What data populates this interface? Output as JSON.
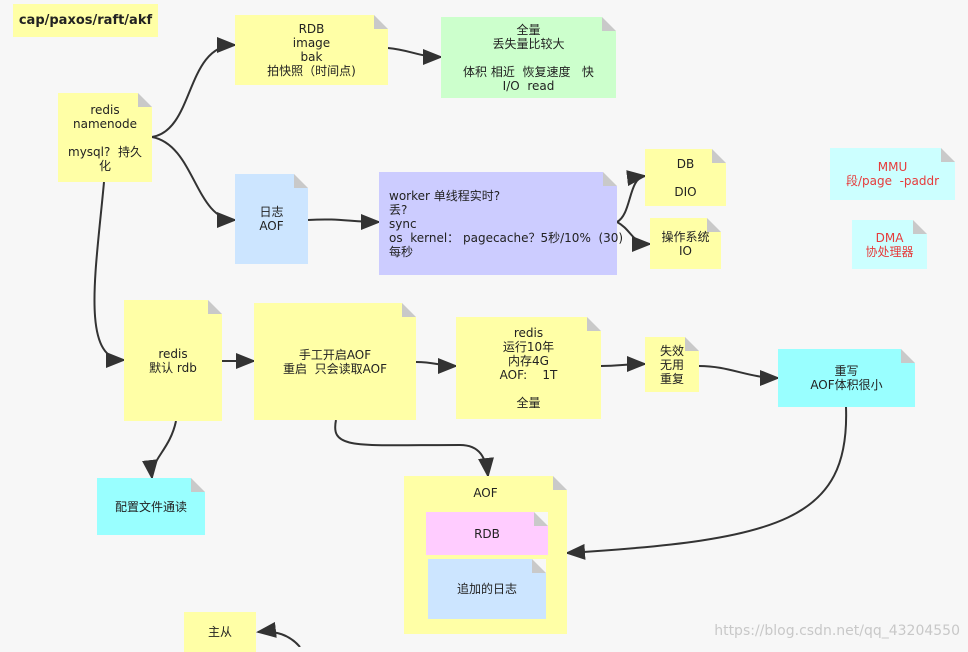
{
  "nodes": [
    {
      "id": "title",
      "lines": [
        "cap/paxos/raft/akf"
      ],
      "color": "#ffffa6",
      "fold": false,
      "bold": true
    },
    {
      "id": "rdb",
      "lines": [
        "RDB",
        "image",
        "bak",
        "拍快照（时间点)"
      ],
      "color": "#ffffa6",
      "fold": true
    },
    {
      "id": "full",
      "lines": [
        "全量",
        "丢失量比较大",
        "",
        "体积 相近  恢复速度   快",
        "I/O  read"
      ],
      "color": "#ccffcc",
      "fold": true
    },
    {
      "id": "redis-namenode",
      "lines": [
        "redis",
        "namenode",
        "",
        "mysql?  持久",
        "化"
      ],
      "color": "#ffffa6",
      "fold": true
    },
    {
      "id": "log-aof",
      "lines": [
        "日志",
        "AOF"
      ],
      "color": "#cce5ff",
      "fold": true
    },
    {
      "id": "worker",
      "lines": [
        "worker 单线程实时?",
        "丢?",
        "sync",
        "os  kernel： pagecache？5秒/10%  (30)",
        "每秒"
      ],
      "color": "#ccccff",
      "fold": true,
      "align": "left"
    },
    {
      "id": "db-dio",
      "lines": [
        "DB",
        "",
        "DIO"
      ],
      "color": "#ffffa6",
      "fold": true
    },
    {
      "id": "os-io",
      "lines": [
        "操作系统",
        "IO"
      ],
      "color": "#ffffa6",
      "fold": true
    },
    {
      "id": "mmu",
      "lines": [
        "MMU",
        "段/page  -paddr"
      ],
      "color": "#ccffff",
      "fold": true,
      "red": true
    },
    {
      "id": "dma",
      "lines": [
        "DMA",
        "协处理器"
      ],
      "color": "#ccffff",
      "fold": true,
      "red": true
    },
    {
      "id": "redis-default",
      "lines": [
        "redis",
        "默认 rdb"
      ],
      "color": "#ffffa6",
      "fold": true
    },
    {
      "id": "manual-aof",
      "lines": [
        "手工开启AOF",
        "重启  只会读取AOF"
      ],
      "color": "#ffffa6",
      "fold": true
    },
    {
      "id": "redis-10y",
      "lines": [
        "redis",
        "运行10年",
        "内存4G",
        "AOF:    1T",
        "",
        "全量"
      ],
      "color": "#ffffa6",
      "fold": true
    },
    {
      "id": "invalid",
      "lines": [
        "失效",
        "无用",
        "重复"
      ],
      "color": "#ffffa6",
      "fold": true
    },
    {
      "id": "rewrite",
      "lines": [
        "重写",
        "AOF体积很小"
      ],
      "color": "#99ffff",
      "fold": true
    },
    {
      "id": "config",
      "lines": [
        "配置文件通读"
      ],
      "color": "#99ffff",
      "fold": true
    },
    {
      "id": "aof-box",
      "lines": [
        "AOF"
      ],
      "color": "#ffffa6",
      "fold": true,
      "top": true
    },
    {
      "id": "aof-rdb",
      "lines": [
        "RDB"
      ],
      "color": "#ffccff",
      "fold": true
    },
    {
      "id": "aof-log",
      "lines": [
        "追加的日志"
      ],
      "color": "#cce5ff",
      "fold": true
    },
    {
      "id": "master-slave",
      "lines": [
        "主从"
      ],
      "color": "#ffffa6",
      "fold": false
    }
  ],
  "edges": [
    {
      "from": "redis-namenode",
      "to": "rdb"
    },
    {
      "from": "rdb",
      "to": "full"
    },
    {
      "from": "redis-namenode",
      "to": "log-aof"
    },
    {
      "from": "log-aof",
      "to": "worker"
    },
    {
      "from": "worker",
      "to": "db-dio"
    },
    {
      "from": "worker",
      "to": "os-io"
    },
    {
      "from": "redis-namenode",
      "to": "redis-default"
    },
    {
      "from": "redis-default",
      "to": "manual-aof"
    },
    {
      "from": "manual-aof",
      "to": "redis-10y"
    },
    {
      "from": "redis-10y",
      "to": "invalid"
    },
    {
      "from": "invalid",
      "to": "rewrite"
    },
    {
      "from": "redis-default",
      "to": "config"
    },
    {
      "from": "manual-aof",
      "to": "aof-box"
    },
    {
      "from": "rewrite",
      "to": "aof-box"
    },
    {
      "from": "offscreen",
      "to": "master-slave"
    }
  ],
  "watermark": "https://blog.csdn.net/qq_43204550"
}
